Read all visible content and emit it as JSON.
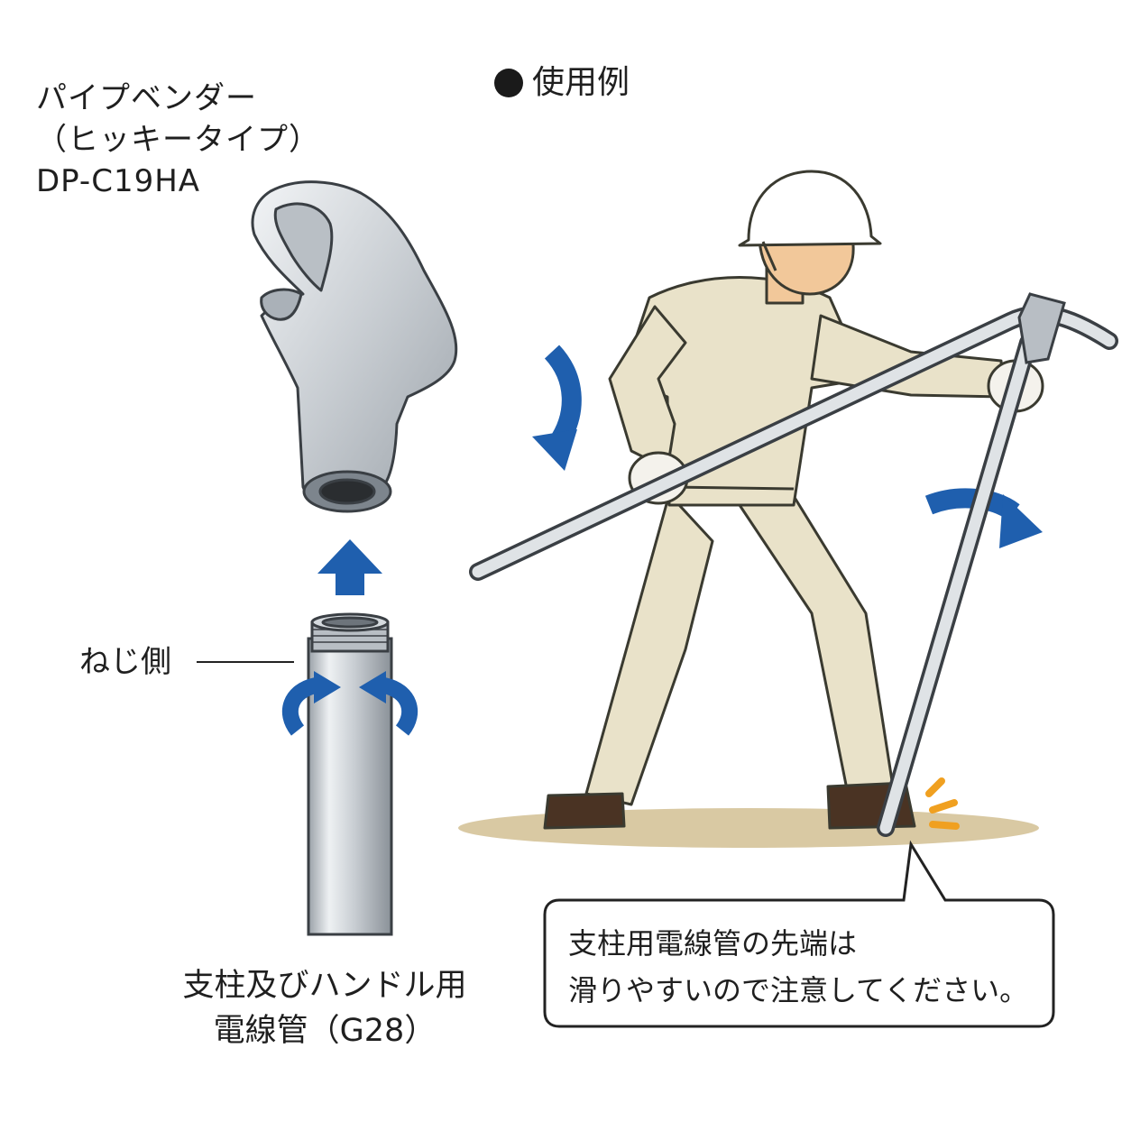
{
  "product": {
    "name_line1": "パイプベンダー",
    "name_line2": "（ヒッキータイプ）",
    "model": "DP-C19HA"
  },
  "usage_example": {
    "label": "使用例"
  },
  "screw_side_label": "ねじ側",
  "pipe_caption": {
    "line1": "支柱及びハンドル用",
    "line2": "電線管（G28）"
  },
  "warning": {
    "line1": "支柱用電線管の先端は",
    "line2": "滑りやすいので注意してください。"
  },
  "colors": {
    "arrow_blue": "#1f5fae",
    "metal_light": "#e6e9ec",
    "metal_dark": "#8f969d",
    "coverall": "#e9e2c9",
    "helmet": "#ffffff",
    "skin": "#f2c89a",
    "ground": "#d9c9a3",
    "boot": "#4a3323",
    "slip_mark": "#f0a020"
  },
  "icons": {
    "up_arrow": "up-arrow-icon",
    "rotate_arrows": "rotate-arrow-icon",
    "down_arrow": "curved-down-arrow-icon",
    "right_arrow": "curved-right-arrow-icon"
  }
}
